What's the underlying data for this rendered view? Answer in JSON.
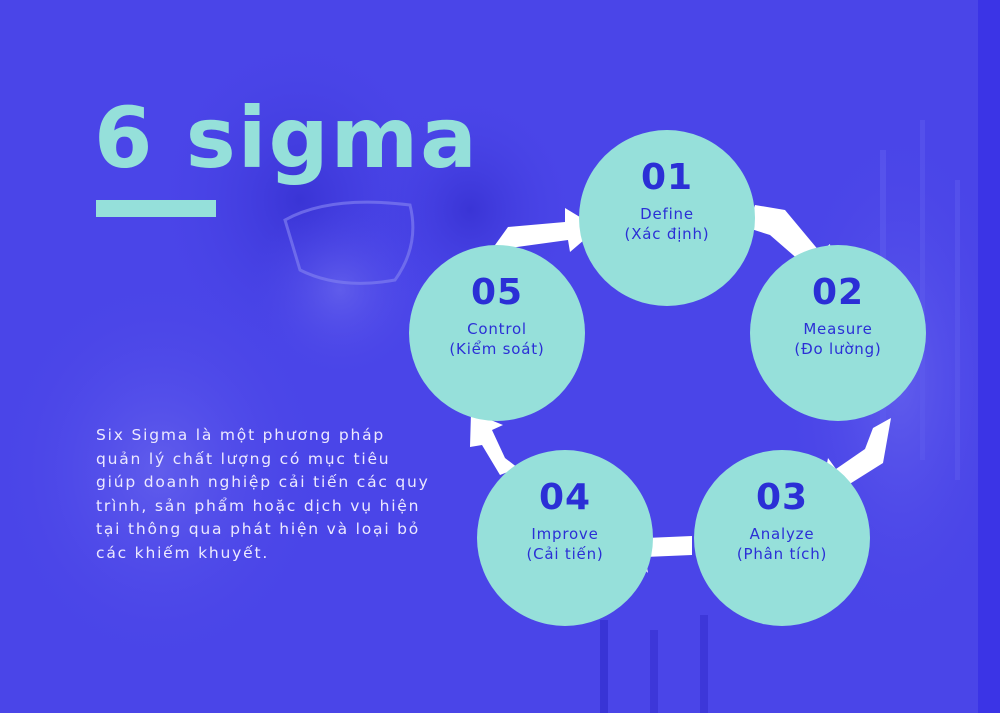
{
  "title": "6 sigma",
  "description": "Six Sigma là một phương pháp quản lý chất lượng có mục tiêu giúp doanh nghiệp cải tiến các quy trình, sản phẩm hoặc dịch vụ hiện tại thông qua phát hiện và loại bỏ các khiếm khuyết.",
  "colors": {
    "background": "#4a45e8",
    "accent": "#95e0da",
    "circle_fill": "#96e0da",
    "circle_text": "#2b2fd6",
    "arrow": "#ffffff",
    "body_text": "#ece9ff"
  },
  "cycle": {
    "steps": [
      {
        "number": "01",
        "label": "Define",
        "sublabel": "(Xác định)"
      },
      {
        "number": "02",
        "label": "Measure",
        "sublabel": "(Đo lường)"
      },
      {
        "number": "03",
        "label": "Analyze",
        "sublabel": "(Phân tích)"
      },
      {
        "number": "04",
        "label": "Improve",
        "sublabel": "(Cải tiến)"
      },
      {
        "number": "05",
        "label": "Control",
        "sublabel": "(Kiểm soát)"
      }
    ],
    "arrows": [
      {
        "from": "05",
        "to": "01",
        "icon": "arrow-right-icon"
      },
      {
        "from": "01",
        "to": "02",
        "icon": "arrow-down-right-icon"
      },
      {
        "from": "02",
        "to": "03",
        "icon": "arrow-down-left-icon"
      },
      {
        "from": "03",
        "to": "04",
        "icon": "arrow-left-icon"
      },
      {
        "from": "04",
        "to": "05",
        "icon": "arrow-up-icon"
      }
    ]
  }
}
